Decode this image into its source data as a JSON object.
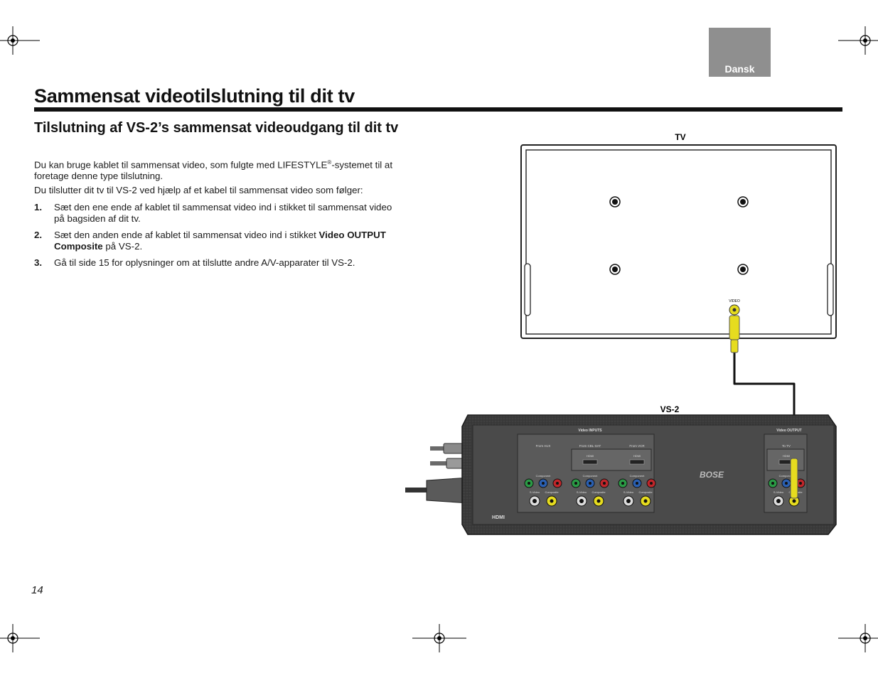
{
  "header": {
    "language_tab": "Dansk"
  },
  "page_title": "Sammensat videotilslutning til dit tv",
  "section_heading": "Tilslutning af VS-2’s sammensat videoudgang til dit tv",
  "intro": {
    "p1_before": "Du kan bruge kablet til sammensat video, som fulgte med LIFESTYLE",
    "p1_reg": "®",
    "p1_after": "-systemet til at foretage denne type tilslutning.",
    "p2": "Du tilslutter dit tv til VS-2 ved hjælp af et kabel til sammensat video som følger:"
  },
  "steps": [
    {
      "number": "1.",
      "text": "Sæt den ene ende af kablet til sammensat video ind i stikket til sammensat video på bagsiden af dit tv."
    },
    {
      "number": "2.",
      "text_before": "Sæt den anden ende af kablet til sammensat video ind i stikket ",
      "bold": "Video OUTPUT Composite",
      "text_after": " på VS-2."
    },
    {
      "number": "3.",
      "text": "Gå til side 15 for oplysninger om at tilslutte andre A/V-apparater til VS-2."
    }
  ],
  "diagram": {
    "tv_label": "TV",
    "tv_jack_label": "VIDEO",
    "vs2_label": "VS-2",
    "inputs_header": "Video INPUTS",
    "output_header": "Video OUTPUT",
    "sources": [
      "From AUX",
      "From CBL-SAT",
      "From VCR"
    ],
    "output_source": "To TV",
    "hdmi_label": "HDMI",
    "component_label": "Component",
    "svideo_label": "S-Video",
    "composite_label": "Composite",
    "brand_logo": "BOSE",
    "hdmi_logo": "HDMI",
    "cable_color": "#e6dc1f"
  },
  "footer": {
    "page_number": "14"
  }
}
